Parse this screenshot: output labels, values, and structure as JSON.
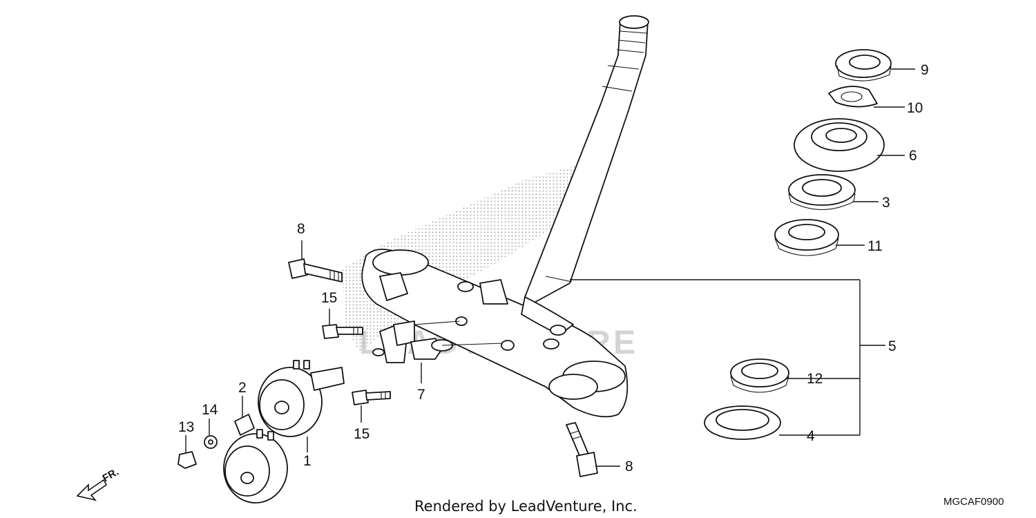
{
  "diagram": {
    "watermark": "LEADVENTURE",
    "footer": "Rendered by LeadVenture, Inc.",
    "code": "MGCAF0900",
    "direction": "FR.",
    "callouts": {
      "c1": "1",
      "c2": "2",
      "c3": "3",
      "c4": "4",
      "c5": "5",
      "c6": "6",
      "c7": "7",
      "c8a": "8",
      "c8b": "8",
      "c9": "9",
      "c10": "10",
      "c11": "11",
      "c12": "12",
      "c13": "13",
      "c14": "14",
      "c15a": "15",
      "c15b": "15"
    }
  }
}
